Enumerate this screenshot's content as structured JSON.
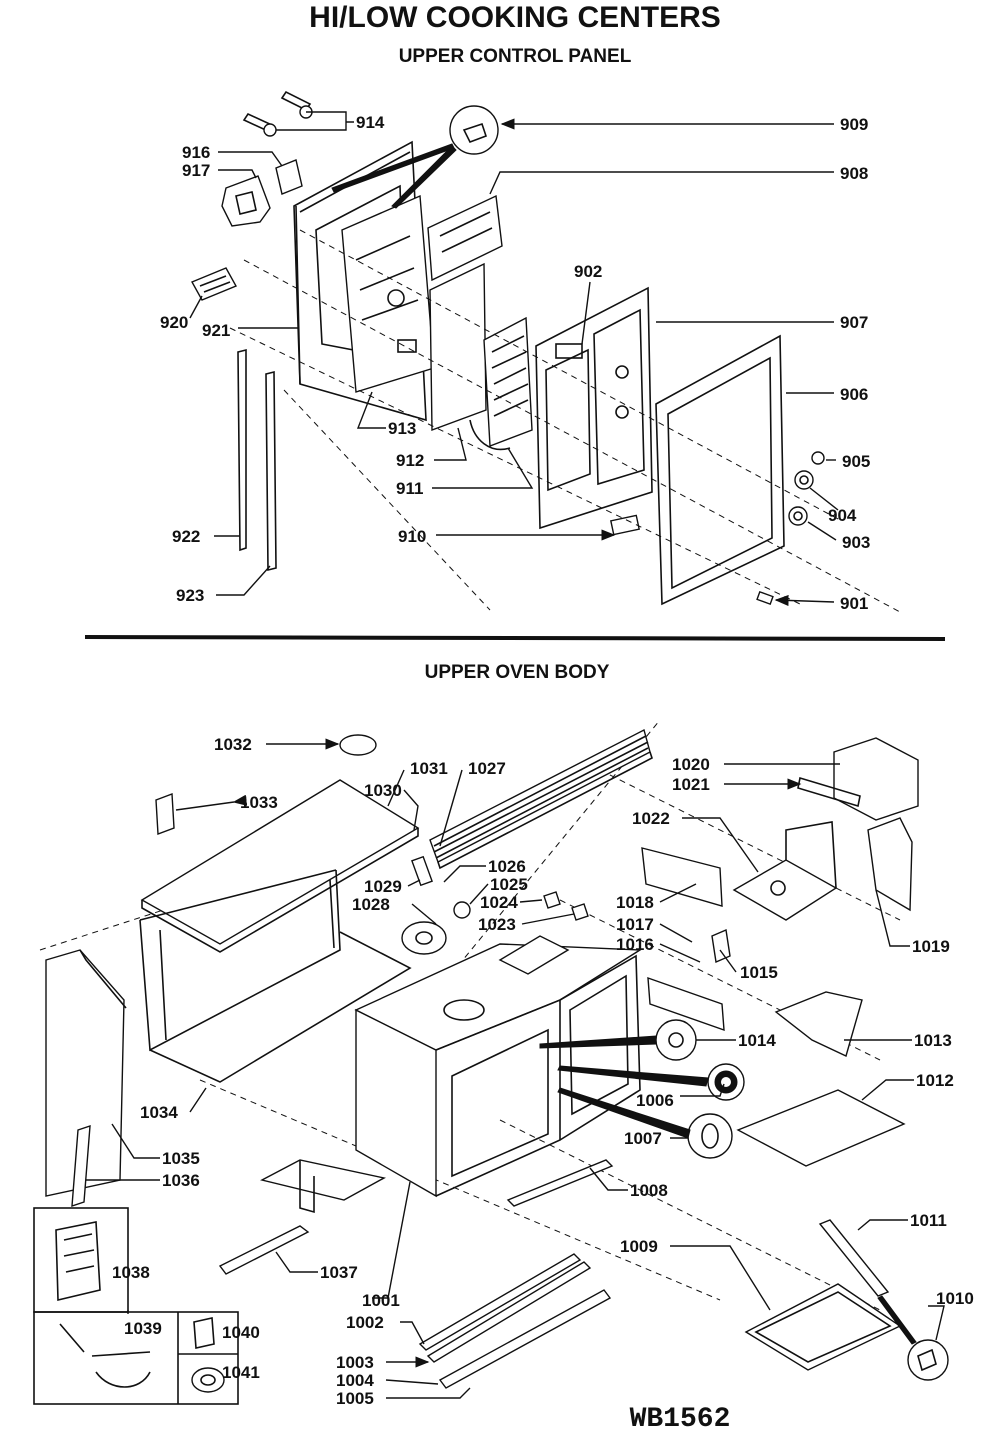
{
  "title": "HI/LOW COOKING CENTERS",
  "upper_section": {
    "heading": "UPPER CONTROL PANEL",
    "labels": [
      "914",
      "909",
      "916",
      "917",
      "908",
      "902",
      "907",
      "920",
      "921",
      "906",
      "913",
      "905",
      "912",
      "904",
      "911",
      "910",
      "903",
      "922",
      "923",
      "901"
    ]
  },
  "lower_section": {
    "heading": "UPPER OVEN BODY",
    "labels": [
      "1032",
      "1031",
      "1027",
      "1020",
      "1021",
      "1033",
      "1030",
      "1022",
      "1026",
      "1029",
      "1025",
      "1028",
      "1024",
      "1018",
      "1023",
      "1017",
      "1016",
      "1019",
      "1015",
      "1014",
      "1013",
      "1034",
      "1006",
      "1012",
      "1007",
      "1035",
      "1036",
      "1008",
      "1011",
      "1009",
      "1038",
      "1037",
      "1001",
      "1010",
      "1002",
      "1039",
      "1040",
      "1041",
      "1003",
      "1004",
      "1005"
    ]
  },
  "drawing_code": "WB1562"
}
